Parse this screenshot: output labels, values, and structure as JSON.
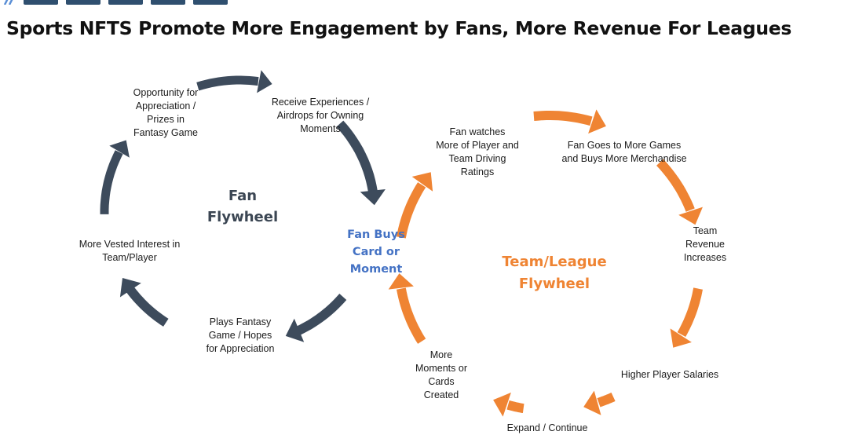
{
  "slide_title": "Sports NFTS Promote More Engagement by Fans, More Revenue For Leagues",
  "colors": {
    "fan_wheel": "#3d4b5c",
    "league_wheel": "#ef8433",
    "fan_center_text": "#3b4653",
    "fan_buys_text": "#4472c4",
    "league_center_text": "#ef8433"
  },
  "fan_flywheel": {
    "center_label": "Fan\nFlywheel",
    "steps": [
      "Opportunity for\nAppreciation /\nPrizes in\nFantasy Game",
      "Receive Experiences /\nAirdrops for Owning\nMoments",
      "Plays Fantasy\nGame / Hopes\nfor Appreciation",
      "More Vested Interest in\nTeam/Player"
    ]
  },
  "shared_node": "Fan Buys\nCard or\nMoment",
  "league_flywheel": {
    "center_label": "Team/League\nFlywheel",
    "steps": [
      "Fan watches\nMore of Player and\nTeam Driving\nRatings",
      "Fan Goes to More Games\nand Buys More Merchandise",
      "Team\nRevenue\nIncreases",
      "Higher Player Salaries",
      "Expand / Continue",
      "More\nMoments or\nCards\nCreated"
    ]
  }
}
